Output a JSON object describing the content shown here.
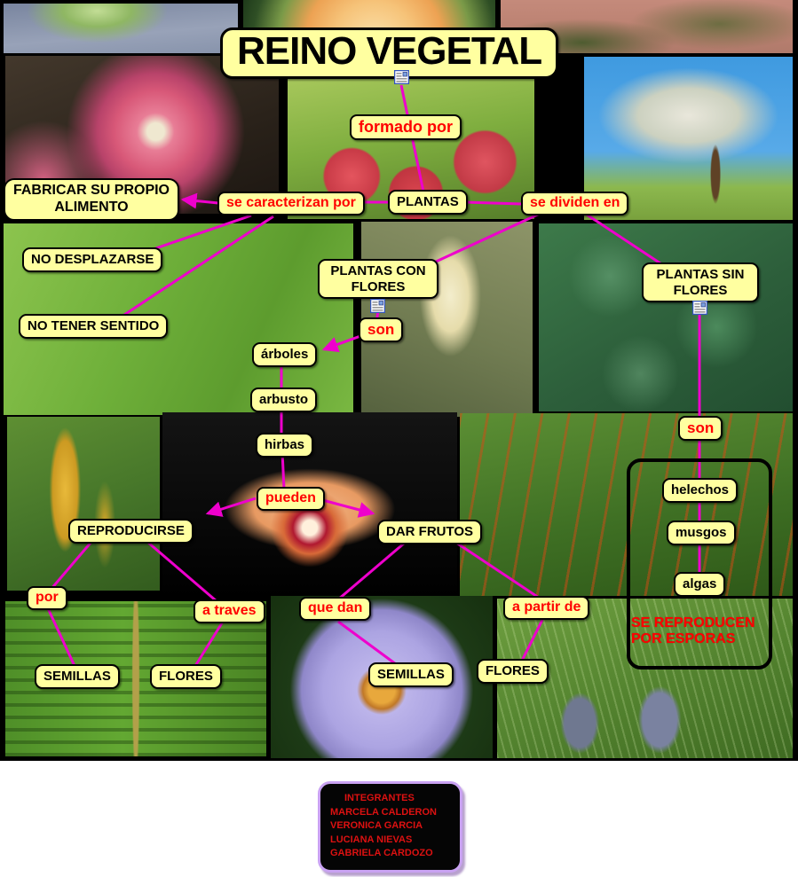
{
  "title": {
    "text": "REINO VEGETAL"
  },
  "nodes": {
    "plantas": "PLANTAS",
    "fabricar_alimento": "FABRICAR SU PROPIO ALIMENTO",
    "no_desplazarse": "NO DESPLAZARSE",
    "no_tener_sentido": "NO TENER SENTIDO",
    "plantas_con_flores": "PLANTAS CON FLORES",
    "plantas_sin_flores": "PLANTAS SIN FLORES",
    "arboles": "árboles",
    "arbusto": "arbusto",
    "hirbas": "hirbas",
    "reproducirse": "REPRODUCIRSE",
    "dar_frutos": "DAR FRUTOS",
    "helechos": "helechos",
    "musgos": "musgos",
    "algas": "algas",
    "semillas_izq": "SEMILLAS",
    "flores_izq": "FLORES",
    "semillas_centro": "SEMILLAS",
    "flores_centro": "FLORES",
    "esporas_nota": "SE REPRODUCEN POR ESPORAS"
  },
  "link_labels": {
    "formado_por": "formado por",
    "se_caracterizan_por": "se caracterizan por",
    "se_dividen_en": "se dividen en",
    "son_con_flores": "son",
    "son_sin_flores": "son",
    "pueden": "pueden",
    "por": "por",
    "a_traves": "a traves",
    "que_dan": "que dan",
    "a_partir_de": "a partir de"
  },
  "icons": {
    "resource_icon": "document-resource-icon",
    "count_visible": 3
  },
  "credits": {
    "line1": "INTEGRANTES",
    "line2": "MARCELA CALDERON",
    "line3": "VERONICA GARCIA",
    "line4": "LUCIANA NIEVAS",
    "line5": "GABRIELA CARDOZO"
  },
  "theme": {
    "page_bg": "#ffffff",
    "collage_bg": "#000000",
    "node_bg": "#ffffa0",
    "node_border": "#000000",
    "node_text": "#000000",
    "link_text": "#ff0000",
    "line_color": "#ee00cc",
    "credits_bg": "#050505",
    "credits_border": "#c9a2f2",
    "credits_text": "#dd1111"
  }
}
